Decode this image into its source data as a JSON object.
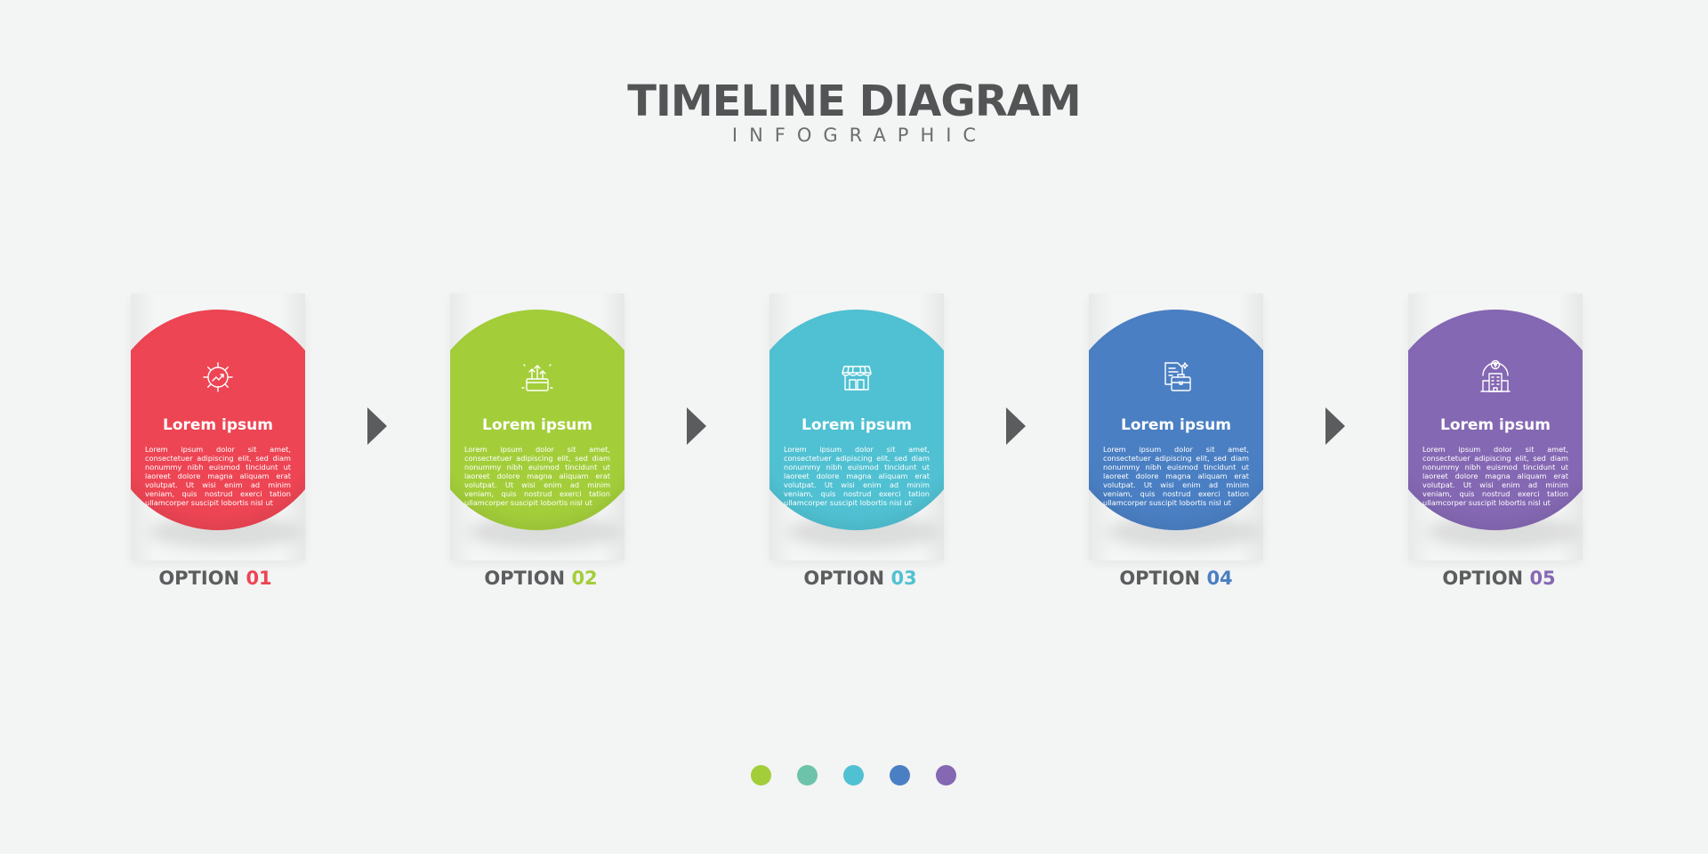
{
  "header": {
    "title": "TIMELINE DIAGRAM",
    "subtitle": "INFOGRAPHIC"
  },
  "steps": [
    {
      "icon": "gear-growth-icon",
      "color": "#ed4554",
      "title": "Lorem ipsum",
      "body": "Lorem ipsum dolor sit amet, consectetuer adipiscing elit, sed diam nonummy nibh euismod tincidunt ut laoreet dolore magna aliquam erat volutpat. Ut wisi enim ad minim veniam, quis nostrud exerci tation ullamcorper suscipit lobortis nisl ut",
      "option_prefix": "OPTION",
      "option_number": "01"
    },
    {
      "icon": "money-growth-icon",
      "color": "#a3ce3a",
      "title": "Lorem ipsum",
      "body": "Lorem ipsum dolor sit amet, consectetuer adipiscing elit, sed diam nonummy nibh euismod tincidunt ut laoreet dolore magna aliquam erat volutpat. Ut wisi enim ad minim veniam, quis nostrud exerci tation ullamcorper suscipit lobortis nisl ut",
      "option_prefix": "OPTION",
      "option_number": "02"
    },
    {
      "icon": "store-icon",
      "color": "#50c1d2",
      "title": "Lorem ipsum",
      "body": "Lorem ipsum dolor sit amet, consectetuer adipiscing elit, sed diam nonummy nibh euismod tincidunt ut laoreet dolore magna aliquam erat volutpat. Ut wisi enim ad minim veniam, quis nostrud exerci tation ullamcorper suscipit lobortis nisl ut",
      "option_prefix": "OPTION",
      "option_number": "03"
    },
    {
      "icon": "briefcase-document-icon",
      "color": "#4a7fc3",
      "title": "Lorem ipsum",
      "body": "Lorem ipsum dolor sit amet, consectetuer adipiscing elit, sed diam nonummy nibh euismod tincidunt ut laoreet dolore magna aliquam erat volutpat. Ut wisi enim ad minim veniam, quis nostrud exerci tation ullamcorper suscipit lobortis nisl ut",
      "option_prefix": "OPTION",
      "option_number": "04"
    },
    {
      "icon": "bank-building-icon",
      "color": "#8568b3",
      "title": "Lorem ipsum",
      "body": "Lorem ipsum dolor sit amet, consectetuer adipiscing elit, sed diam nonummy nibh euismod tincidunt ut laoreet dolore magna aliquam erat volutpat. Ut wisi enim ad minim veniam, quis nostrud exerci tation ullamcorper suscipit lobortis nisl ut",
      "option_prefix": "OPTION",
      "option_number": "05"
    }
  ],
  "arrow_color": "#5a5c5d",
  "pager_dots": [
    {
      "color": "#a3ce3a"
    },
    {
      "color": "#6cc3aa"
    },
    {
      "color": "#50c1d2"
    },
    {
      "color": "#4a7fc3"
    },
    {
      "color": "#8568b3"
    }
  ]
}
